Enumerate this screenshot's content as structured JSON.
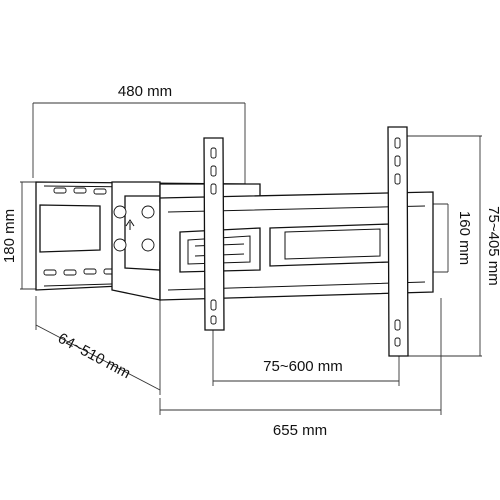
{
  "dimensions": {
    "wall_plate_width": "480 mm",
    "wall_plate_height": "180 mm",
    "arm_extension": "64~510 mm",
    "rail_height": "160 mm",
    "vesa_vertical": "75~405 mm",
    "vesa_horizontal": "75~600 mm",
    "overall_width": "655 mm"
  },
  "colors": {
    "line": "#111111",
    "background": "#ffffff"
  }
}
